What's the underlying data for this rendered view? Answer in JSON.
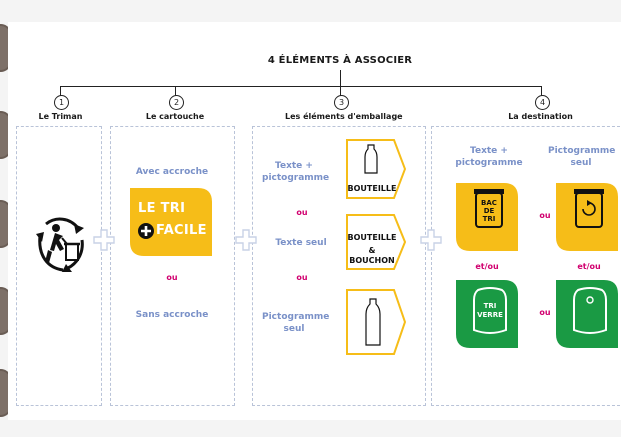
{
  "title": "4 ÉLÉMENTS À ASSOCIER",
  "steps": [
    {
      "num": "1",
      "label": "Le Triman"
    },
    {
      "num": "2",
      "label": "Le cartouche"
    },
    {
      "num": "3",
      "label": "Les éléments d'emballage"
    },
    {
      "num": "4",
      "label": "La destination"
    }
  ],
  "cartouche": {
    "with_hook": "Avec accroche",
    "or": "ou",
    "without_hook": "Sans accroche",
    "logo_line1": "LE TRI",
    "logo_line2": "FACILE"
  },
  "packaging": {
    "opt1": "Texte + pictogramme",
    "opt2": "Texte seul",
    "opt3": "Pictogramme seul",
    "or": "ou",
    "tag1": "BOUTEILLE",
    "tag2_line1": "BOUTEILLE",
    "tag2_line2": "& BOUCHON"
  },
  "destination": {
    "col1": "Texte + pictogramme",
    "col2": "Pictogramme seul",
    "or": "ou",
    "and_or": "et/ou",
    "bac_line1": "BAC",
    "bac_line2": "DE",
    "bac_line3": "TRI",
    "verre_line1": "TRI",
    "verre_line2": "VERRE"
  },
  "colors": {
    "yellow": "#f6bd18",
    "green": "#1a9a44",
    "blue": "#7a91c8",
    "pink": "#d1006f"
  }
}
